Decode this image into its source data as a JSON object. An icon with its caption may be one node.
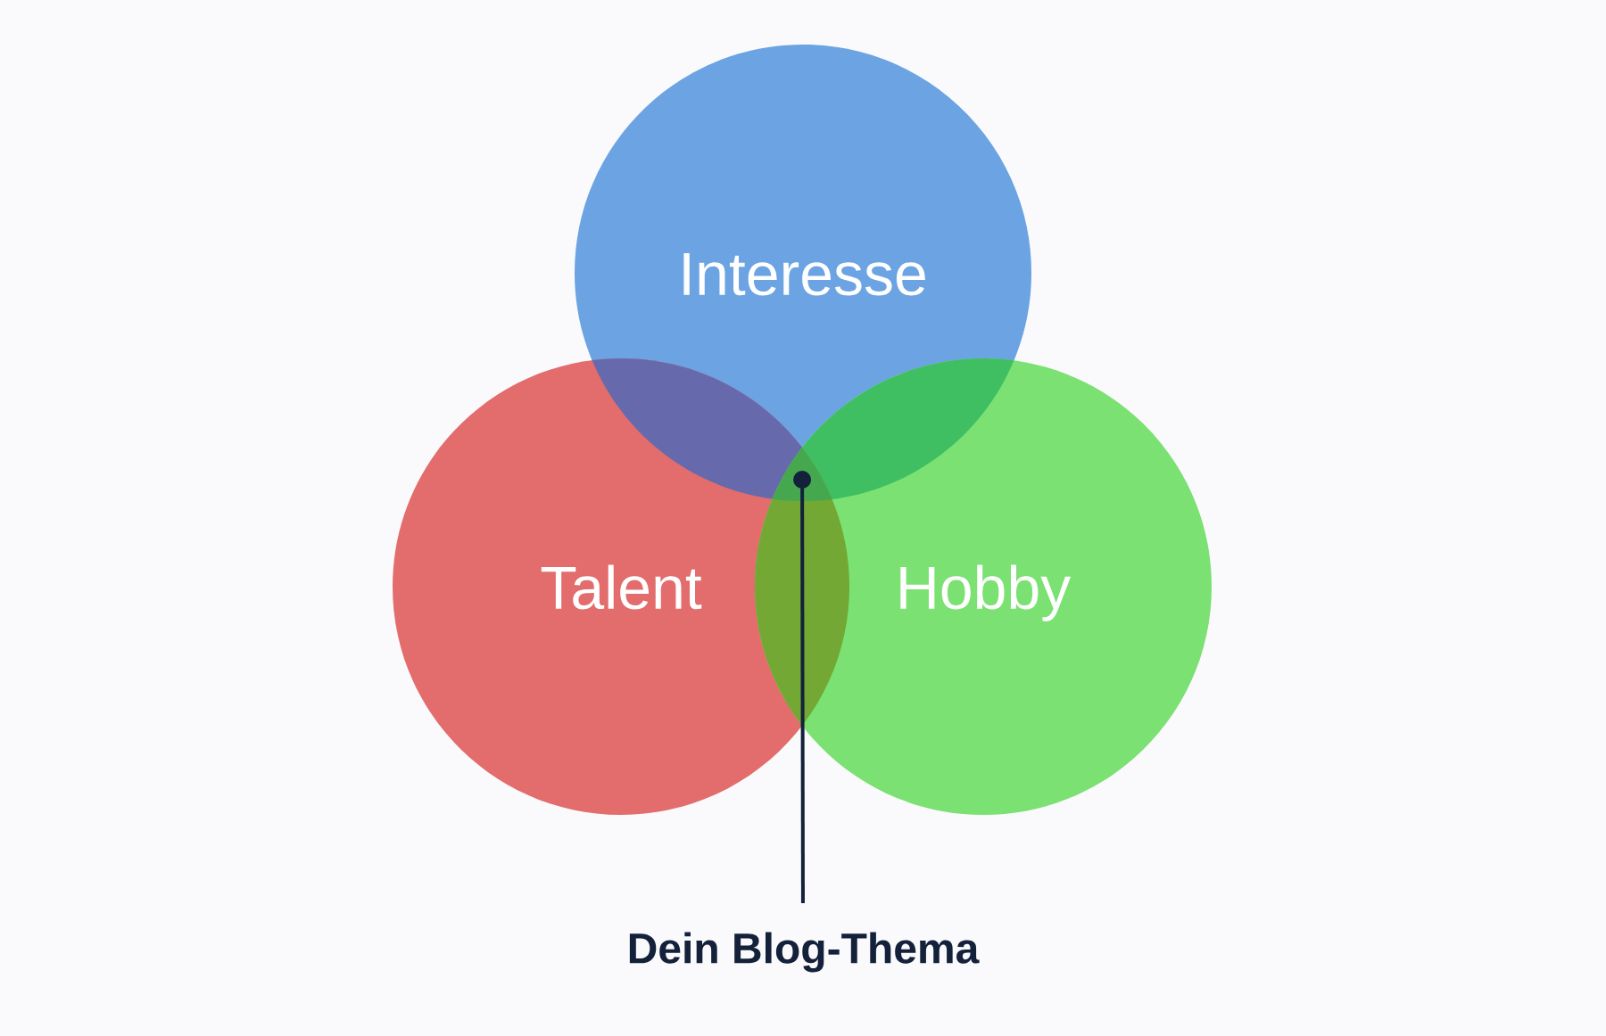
{
  "diagram": {
    "nodes": [
      {
        "text": [
          "Interesse"
        ]
      },
      {
        "text": [
          "Talent"
        ]
      },
      {
        "text": [
          "Hobby"
        ]
      },
      {
        "text": [],
        "shape": "triangle"
      },
      {
        "text": [
          "Dein Blog-Thema"
        ]
      }
    ],
    "edges": [
      {
        "from": 4,
        "to": 3,
        "arrow": "other"
      }
    ]
  }
}
